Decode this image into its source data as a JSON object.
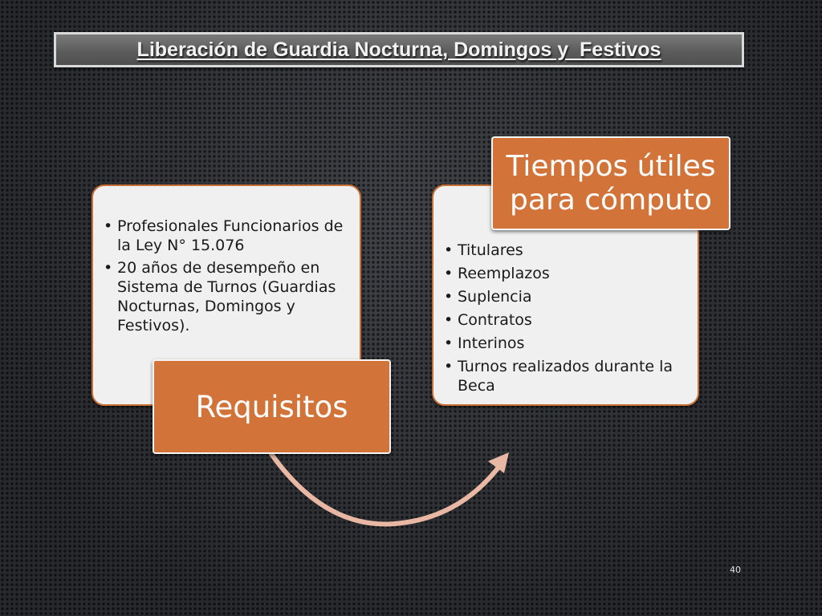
{
  "title": "Liberación de Guardia Nocturna, Domingos y  Festivos",
  "left_card": {
    "label": "Requisitos",
    "bullets": [
      "Profesionales Funcionarios de la Ley N° 15.076",
      "20 años de desempeño en Sistema de Turnos (Guardias Nocturnas, Domingos y Festivos)."
    ]
  },
  "right_card": {
    "label": "Tiempos útiles para cómputo",
    "bullets": [
      "Titulares",
      "Reemplazos",
      "Suplencia",
      "Contratos",
      "Interinos",
      "Turnos realizados durante la Beca"
    ]
  },
  "colors": {
    "accent": "#d2743a",
    "card_fill": "#f0f0f0",
    "arrow": "#e8b8a4",
    "background": "#34373c"
  },
  "page_number": "40"
}
